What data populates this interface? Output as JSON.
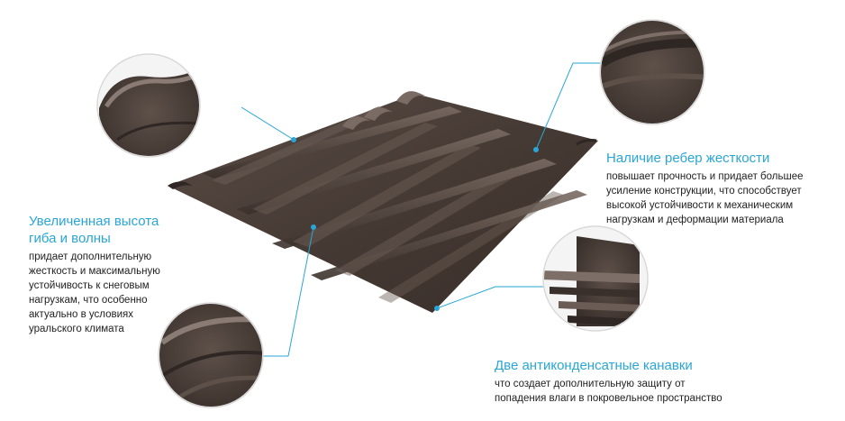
{
  "callouts": {
    "wave_height": {
      "title_line1": "Увеличенная высота",
      "title_line2": "гиба и волны",
      "desc": [
        "придает дополнительную",
        "жесткость и максимальную",
        "устойчивость к снеговым",
        "нагрузкам, что особенно",
        "актуально в условиях",
        "уральского климата"
      ]
    },
    "ribs": {
      "title": "Наличие ребер жесткости",
      "desc": [
        "повышает прочность и придает большее",
        "усиление конструкции, что способствует",
        "высокой устойчивости к механическим",
        "нагрузкам и деформации материала"
      ]
    },
    "grooves": {
      "title": "Две антиконденсатные канавки",
      "desc": [
        "что создает дополнительную защиту от",
        "попадения влаги в покровельное пространство"
      ]
    }
  },
  "colors": {
    "accent": "#2aa6d6",
    "tile": "#4a3e38",
    "tile_light": "#6a5d56",
    "tile_dark": "#2f2723"
  }
}
